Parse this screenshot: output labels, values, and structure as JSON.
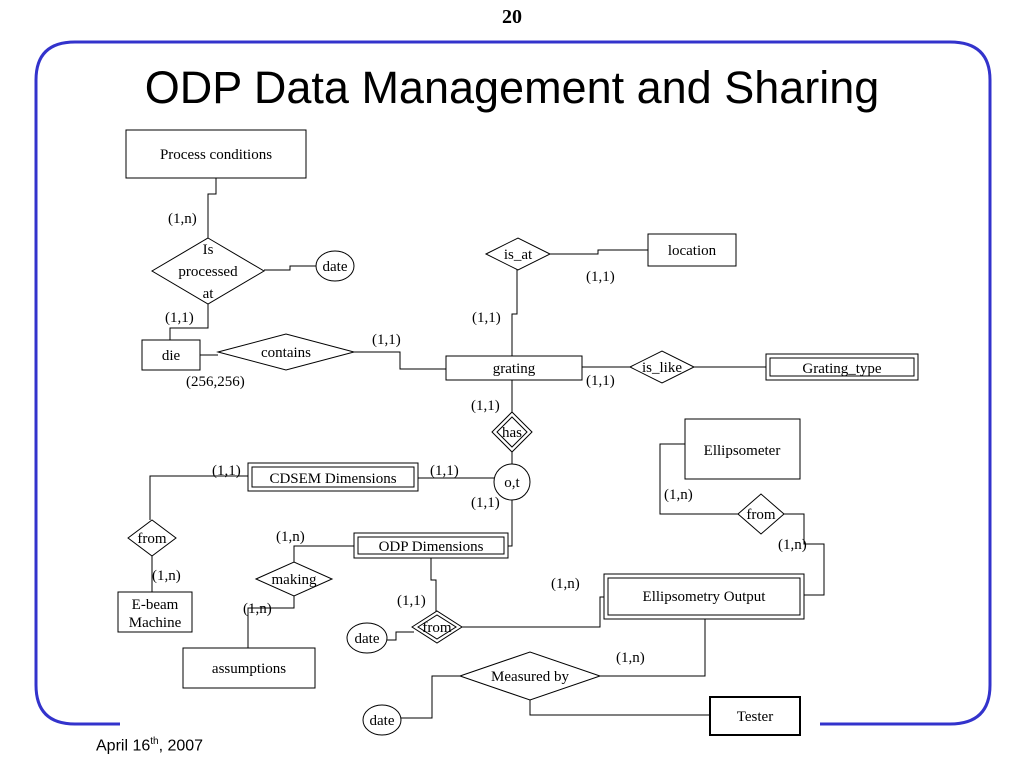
{
  "slide": {
    "page_number": "20",
    "title": "ODP Data Management and Sharing",
    "footer": {
      "month_day": "April 16",
      "suffix": "th",
      "year_part": ", 2007"
    },
    "border_color": "#3333cc"
  },
  "diagram": {
    "entities": {
      "process_conditions": "Process conditions",
      "die": "die",
      "grating": "grating",
      "location": "location",
      "grating_type": "Grating_type",
      "ellipsometer": "Ellipsometer",
      "cdsem_dimensions": "CDSEM Dimensions",
      "odp_dimensions": "ODP Dimensions",
      "ebeam_machine_line1": "E-beam",
      "ebeam_machine_line2": "Machine",
      "ellipsometry_output": "Ellipsometry Output",
      "assumptions": "assumptions",
      "tester": "Tester"
    },
    "relationships": {
      "is_processed_at_line1": "Is",
      "is_processed_at_line2": "processed",
      "is_processed_at_line3": "at",
      "contains": "contains",
      "is_at": "is_at",
      "is_like": "is_like",
      "has": "has",
      "from_cdsem": "from",
      "making": "making",
      "from_odp": "from",
      "from_ellipsometer": "from",
      "measured_by": "Measured by"
    },
    "attributes": {
      "date_processed": "date",
      "date_from": "date",
      "date_measured": "date"
    },
    "specialization": "o,t",
    "cardinalities": {
      "pc_processed": "(1,n)",
      "die_processed": "(1,1)",
      "die_contains": "(256,256)",
      "grating_contains": "(1,1)",
      "grating_is_at": "(1,1)",
      "location_is_at": "(1,1)",
      "grating_is_like": "(1,1)",
      "grating_has": "(1,1)",
      "cdsem_from": "(1,1)",
      "cdsem_spec": "(1,1)",
      "odp_spec": "(1,1)",
      "ebeam_from": "(1,n)",
      "odp_making": "(1,n)",
      "assumptions_making": "(1,n)",
      "odp_from": "(1,1)",
      "ellipsometer_from": "(1,n)",
      "output_from_ellipsometer": "(1,n)",
      "output_from_odp": "(1,n)",
      "output_measured": "(1,n)"
    }
  }
}
